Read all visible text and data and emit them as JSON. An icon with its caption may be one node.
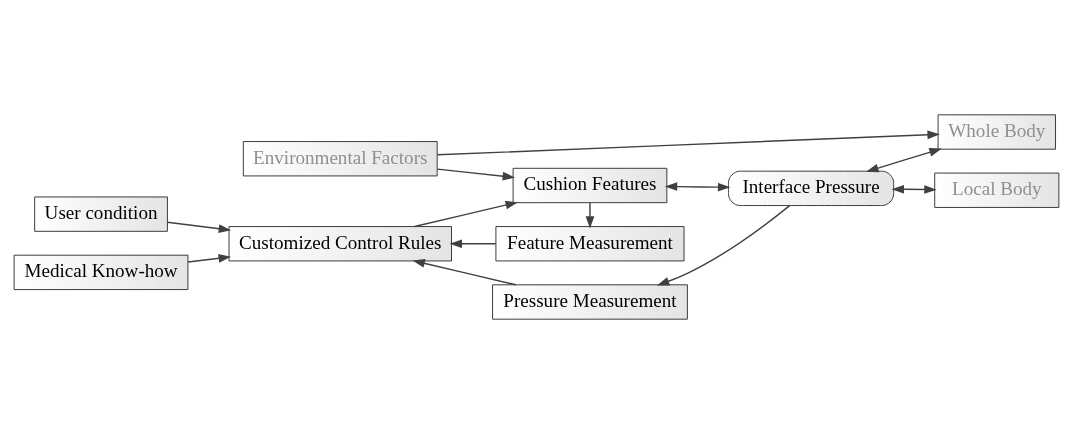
{
  "diagram": {
    "nodes": [
      {
        "text": [
          "User condition"
        ]
      },
      {
        "text": [
          "Medical Know-how"
        ]
      },
      {
        "text": [
          "Customized Control Rules"
        ]
      },
      {
        "text": [
          "Feature Measurement"
        ]
      },
      {
        "text": [
          "Cushion Features"
        ]
      },
      {
        "text": [
          "Environmental Factors"
        ]
      },
      {
        "text": [
          "Interface Pressure"
        ]
      },
      {
        "text": [
          "Whole Body"
        ]
      },
      {
        "text": [
          "Pressure Measurement"
        ]
      },
      {
        "text": [
          "Local Body"
        ]
      }
    ],
    "edges": [
      {
        "from": 0,
        "to": 2,
        "arrow": "to"
      },
      {
        "from": 1,
        "to": 2,
        "arrow": "to"
      },
      {
        "from": 2,
        "to": 4,
        "arrow": "to"
      },
      {
        "from": 4,
        "to": 3,
        "arrow": "to"
      },
      {
        "from": 3,
        "to": 2,
        "arrow": "to"
      },
      {
        "from": 4,
        "to": 6,
        "arrow": "both"
      },
      {
        "from": 6,
        "to": 7,
        "arrow": "both"
      },
      {
        "from": 5,
        "to": 4,
        "arrow": "to"
      },
      {
        "from": 5,
        "to": 7,
        "arrow": "to"
      },
      {
        "from": 6,
        "to": 8,
        "arrow": "to"
      },
      {
        "from": 8,
        "to": 2,
        "arrow": "to"
      },
      {
        "from": 6,
        "to": 9,
        "arrow": "both"
      }
    ]
  }
}
